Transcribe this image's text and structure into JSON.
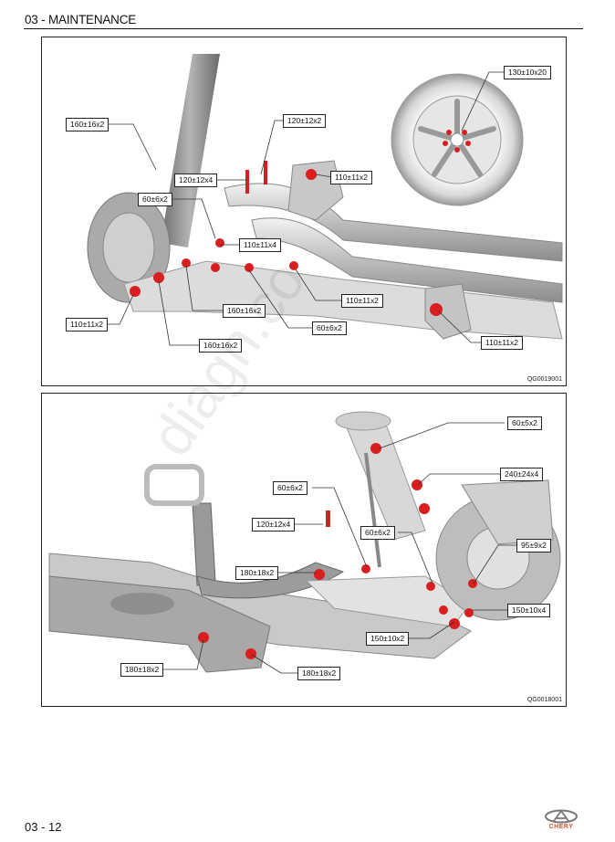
{
  "header": {
    "section_title": "03 - MAINTENANCE"
  },
  "figures": [
    {
      "id": "QG0019001",
      "subject": "rear suspension and wheel",
      "callouts": [
        {
          "label": "160±16x2"
        },
        {
          "label": "120±12x2"
        },
        {
          "label": "120±12x4"
        },
        {
          "label": "110±11x2"
        },
        {
          "label": "60±6x2"
        },
        {
          "label": "110±11x4"
        },
        {
          "label": "160±16x2"
        },
        {
          "label": "110±11x2"
        },
        {
          "label": "60±6x2"
        },
        {
          "label": "110±11x2"
        },
        {
          "label": "160±16x2"
        },
        {
          "label": "110±11x2"
        },
        {
          "label": "130±10x20"
        }
      ]
    },
    {
      "id": "QG0018001",
      "subject": "front suspension and subframe",
      "callouts": [
        {
          "label": "60±5x2"
        },
        {
          "label": "240±24x4"
        },
        {
          "label": "60±6x2"
        },
        {
          "label": "120±12x4"
        },
        {
          "label": "60±6x2"
        },
        {
          "label": "95±9x2"
        },
        {
          "label": "180±18x2"
        },
        {
          "label": "150±10x4"
        },
        {
          "label": "150±10x2"
        },
        {
          "label": "180±18x2"
        },
        {
          "label": "180±18x2"
        }
      ]
    }
  ],
  "footer": {
    "page_number": "03 - 12",
    "brand": "CHERY"
  },
  "watermark": "diagn.co",
  "colors": {
    "bolt_highlight": "#d81e1e",
    "brand_orange": "#d9532a"
  }
}
